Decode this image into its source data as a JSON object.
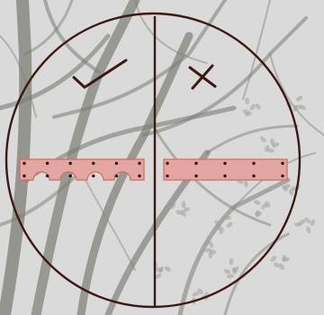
{
  "colors": {
    "sky": "#dadada",
    "tree": "#7d7d75",
    "tree_light": "#a2a29a",
    "ring": "#3a1a12",
    "panel_fill": "#e4a6a0",
    "panel_stroke": "#d06a62",
    "bolt": "#2a1410"
  },
  "panels": {
    "left": {
      "label_icon": "check-mark-icon",
      "notch_shape": "semicircle",
      "notch_count": 4,
      "bolt_top_row": 6,
      "bolt_bottom_row": 6
    },
    "right": {
      "label_icon": "cross-mark-icon",
      "notch_shape": "none",
      "notch_count": 0,
      "bolt_top_row": 5,
      "bolt_bottom_row": 5
    }
  }
}
